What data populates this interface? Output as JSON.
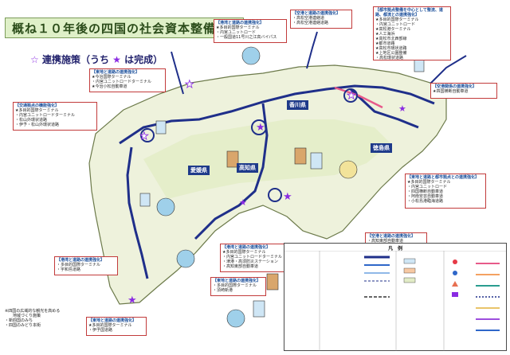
{
  "title": "概ね１０年後の四国の社会資本整備",
  "legend_key": {
    "label_prefix": "連携施策（うち",
    "label_suffix": "は完成）"
  },
  "regions": {
    "kagawa": "香川県",
    "ehime": "愛媛県",
    "kochi": "高知県",
    "tokushima": "徳島県"
  },
  "callouts": [
    {
      "heading": "【東地と道路の連携強化】",
      "lines": [
        "★今治国際ターミナル",
        "・内宮ユニットロードターミナル",
        "★今治小松自動車道"
      ]
    },
    {
      "heading": "【交通拠点の機能強化】",
      "lines": [
        "★多目的国際ターミナル",
        "・内宮ユニットロードターミナル",
        "・松山外環状道路",
        "・伊予・松山外環状道路"
      ]
    },
    {
      "heading": "【港湾と道路の連携強化】",
      "lines": [
        "★多目的国際ターミナル",
        "・内宮ユニットロード",
        "・一般国道11号川之江高バイパス"
      ]
    },
    {
      "heading": "【空港と道路の連携強化】",
      "lines": [
        "・高松空港連絡道",
        "・高松空港連絡道路"
      ]
    },
    {
      "heading": "【都市拠点整備を中心として整流、道路、都流との連携強化】",
      "lines": [
        "★多目的国際ターミナル",
        "・内宮ユニットロード",
        "★高松港ターミナル",
        "★人工海浜",
        "★高松市北西部線",
        "★都市道路",
        "★高松市環状道路",
        "★上地区公園整備",
        "・高松環状道路"
      ]
    },
    {
      "heading": "【空港関係の連携強化】",
      "lines": [
        "★四国横断自動車道"
      ]
    },
    {
      "heading": "【東地と道路と都市拠点との連携強化】",
      "lines": [
        "★多目的国際ターミナル",
        "・内宮ユニットロード",
        "・四国横断自動車道",
        "・阿南安芸自動車道",
        "・小松島港臨海道路"
      ]
    },
    {
      "heading": "【空港と道路の連携強化】",
      "lines": [
        "・高知東部自動車道"
      ]
    },
    {
      "heading": "【港湾と道路の連携強化】",
      "lines": [
        "★多目的国際ターミナル",
        "・内宮ユニットロードターミナル",
        "・津港・高須防災ステーション",
        "・高知東部自動車道"
      ]
    },
    {
      "heading": "【東地と道路の連携強化】",
      "lines": [
        "・多目的国際ターミナル",
        "・須崎新港"
      ]
    },
    {
      "heading": "【港湾と道路の連携強化】",
      "lines": [
        "・多目的国際ターミナル",
        "・宇和島道路"
      ]
    },
    {
      "heading": "【東地と道路の連携強化】",
      "lines": [
        "★多目的国際ターミナル",
        "・伊予国道路"
      ]
    }
  ],
  "legend_panel": {
    "title": "凡　例"
  },
  "note": {
    "lines": [
      "※四国の広域的な観光を高める",
      "　　地域づくり施策",
      "・新四国のみち",
      "・四国のみどり本街"
    ]
  },
  "colors": {
    "sea": "#ffffff",
    "land": "#eef2dc",
    "expressway": "#1f2f8a",
    "title_bg": "#dff0c8",
    "star": "#8a2be2",
    "region_label": "#1e3a8a"
  }
}
